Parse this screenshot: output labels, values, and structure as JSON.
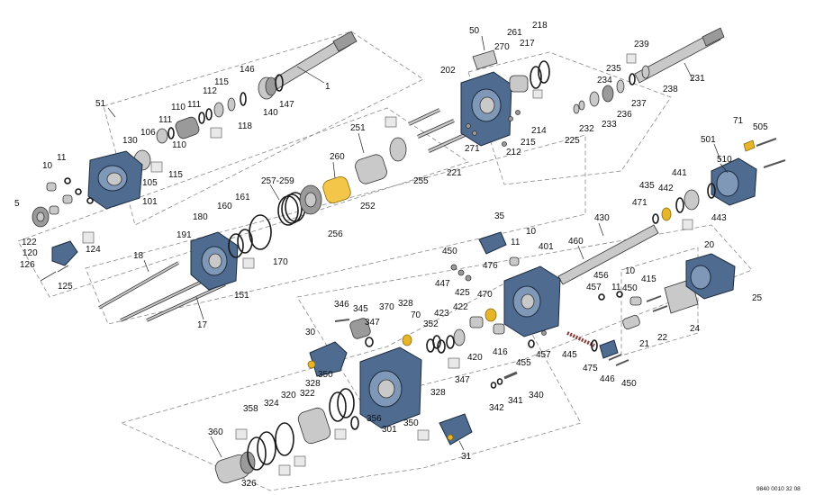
{
  "drawing": {
    "reference_code": "9840 0010 32 08",
    "callouts": [
      "1",
      "5",
      "10",
      "10",
      "10",
      "11",
      "11",
      "11",
      "17",
      "18",
      "20",
      "21",
      "22",
      "24",
      "25",
      "30",
      "31",
      "35",
      "50",
      "51",
      "71",
      "101",
      "105",
      "106",
      "110",
      "110",
      "111",
      "111",
      "112",
      "115",
      "115",
      "118",
      "120",
      "122",
      "124",
      "125",
      "126",
      "130",
      "140",
      "146",
      "147",
      "151",
      "160",
      "161",
      "170",
      "180",
      "191",
      "202",
      "212",
      "214",
      "215",
      "217",
      "218",
      "221",
      "225",
      "231",
      "232",
      "233",
      "234",
      "235",
      "236",
      "237",
      "238",
      "239",
      "251",
      "252",
      "255",
      "256",
      "257-259",
      "260",
      "261",
      "270",
      "271",
      "301",
      "320",
      "322",
      "324",
      "326",
      "328",
      "328",
      "328",
      "340",
      "341",
      "342",
      "345",
      "346",
      "347",
      "347",
      "350",
      "350",
      "352",
      "356",
      "358",
      "360",
      "370",
      "401",
      "415",
      "416",
      "420",
      "422",
      "423",
      "425",
      "430",
      "435",
      "441",
      "442",
      "443",
      "445",
      "446",
      "447",
      "450",
      "450",
      "450",
      "455",
      "456",
      "457",
      "457",
      "460",
      "470",
      "471",
      "475",
      "476",
      "501",
      "505",
      "510",
      "70"
    ]
  }
}
